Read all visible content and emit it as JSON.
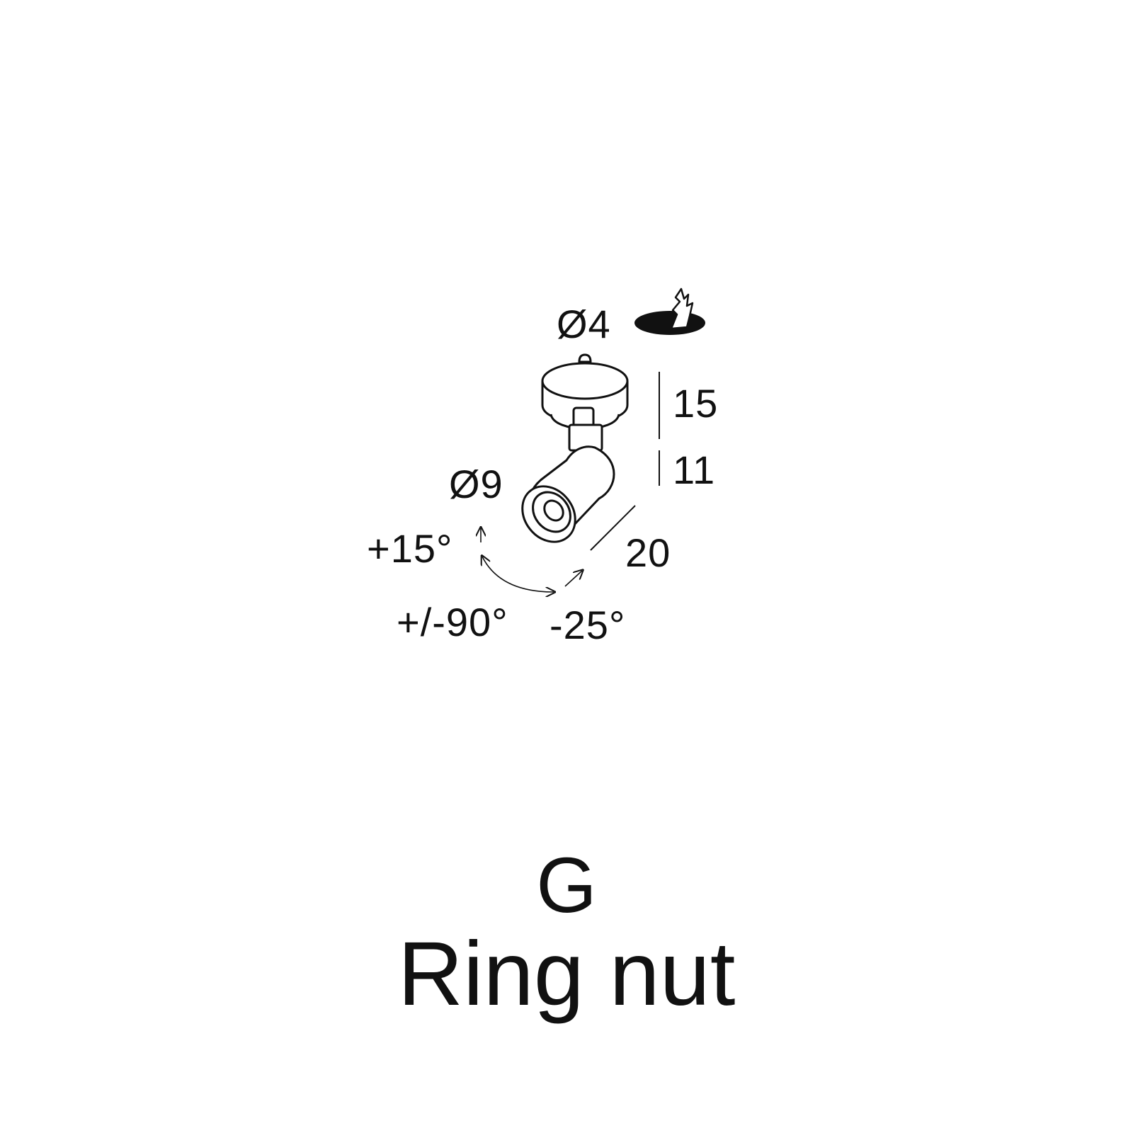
{
  "dimensions": {
    "hole_diameter": "Ø4",
    "height_top": "15",
    "height_bottom": "11",
    "head_diameter": "Ø9",
    "head_length": "20",
    "tilt_up": "+15°",
    "rotation": "+/-90°",
    "tilt_down": "-25°"
  },
  "label": {
    "code": "G",
    "name": "Ring nut"
  },
  "colors": {
    "line": "#111111",
    "background": "#ffffff"
  },
  "icons": [
    "recessed-cutout-icon"
  ]
}
